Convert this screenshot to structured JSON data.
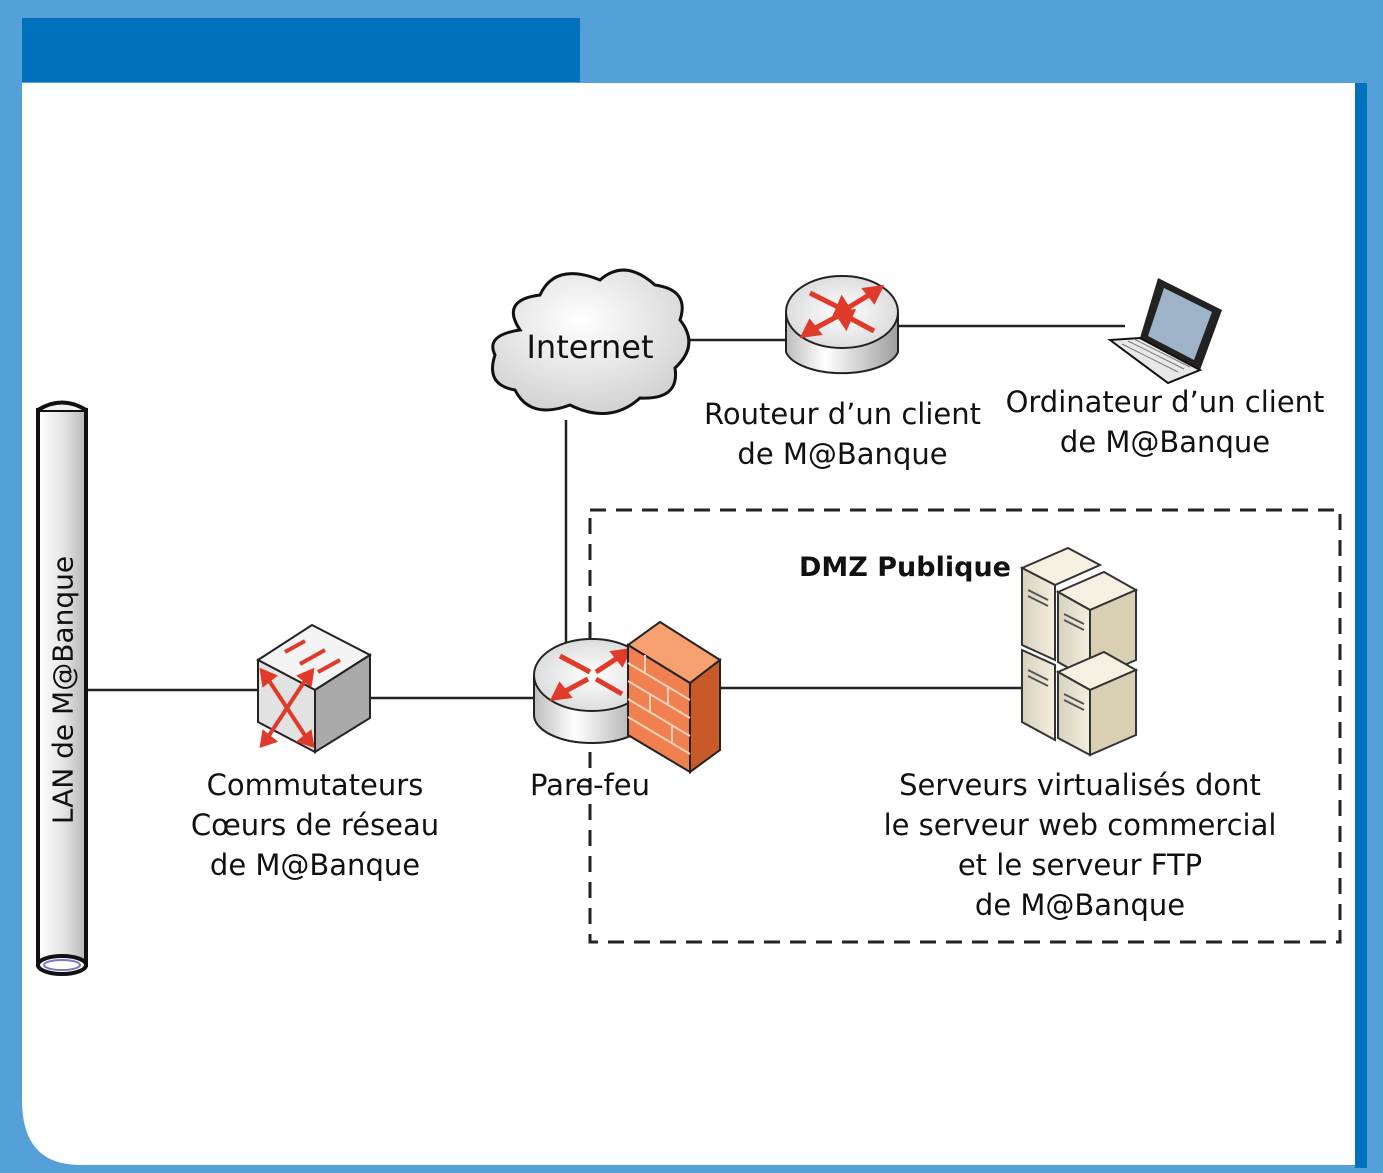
{
  "colors": {
    "frame_blue": "#55a0d8",
    "header_dark": "#0071bc",
    "accent_red": "#e03a2a",
    "firewall_orange": "#f08050"
  },
  "lan": {
    "label": "LAN de M@Banque"
  },
  "internet": {
    "label": "Internet"
  },
  "switch": {
    "line1": "Commutateurs",
    "line2": "Cœurs de réseau",
    "line3": "de M@Banque"
  },
  "firewall": {
    "label": "Pare-feu"
  },
  "router": {
    "line1": "Routeur d’un client",
    "line2": "de M@Banque"
  },
  "laptop": {
    "line1": "Ordinateur d’un client",
    "line2": "de M@Banque"
  },
  "dmz": {
    "title": "DMZ Publique"
  },
  "servers": {
    "line1": "Serveurs virtualisés dont",
    "line2": "le serveur web commercial",
    "line3": "et le serveur FTP",
    "line4": "de M@Banque"
  }
}
